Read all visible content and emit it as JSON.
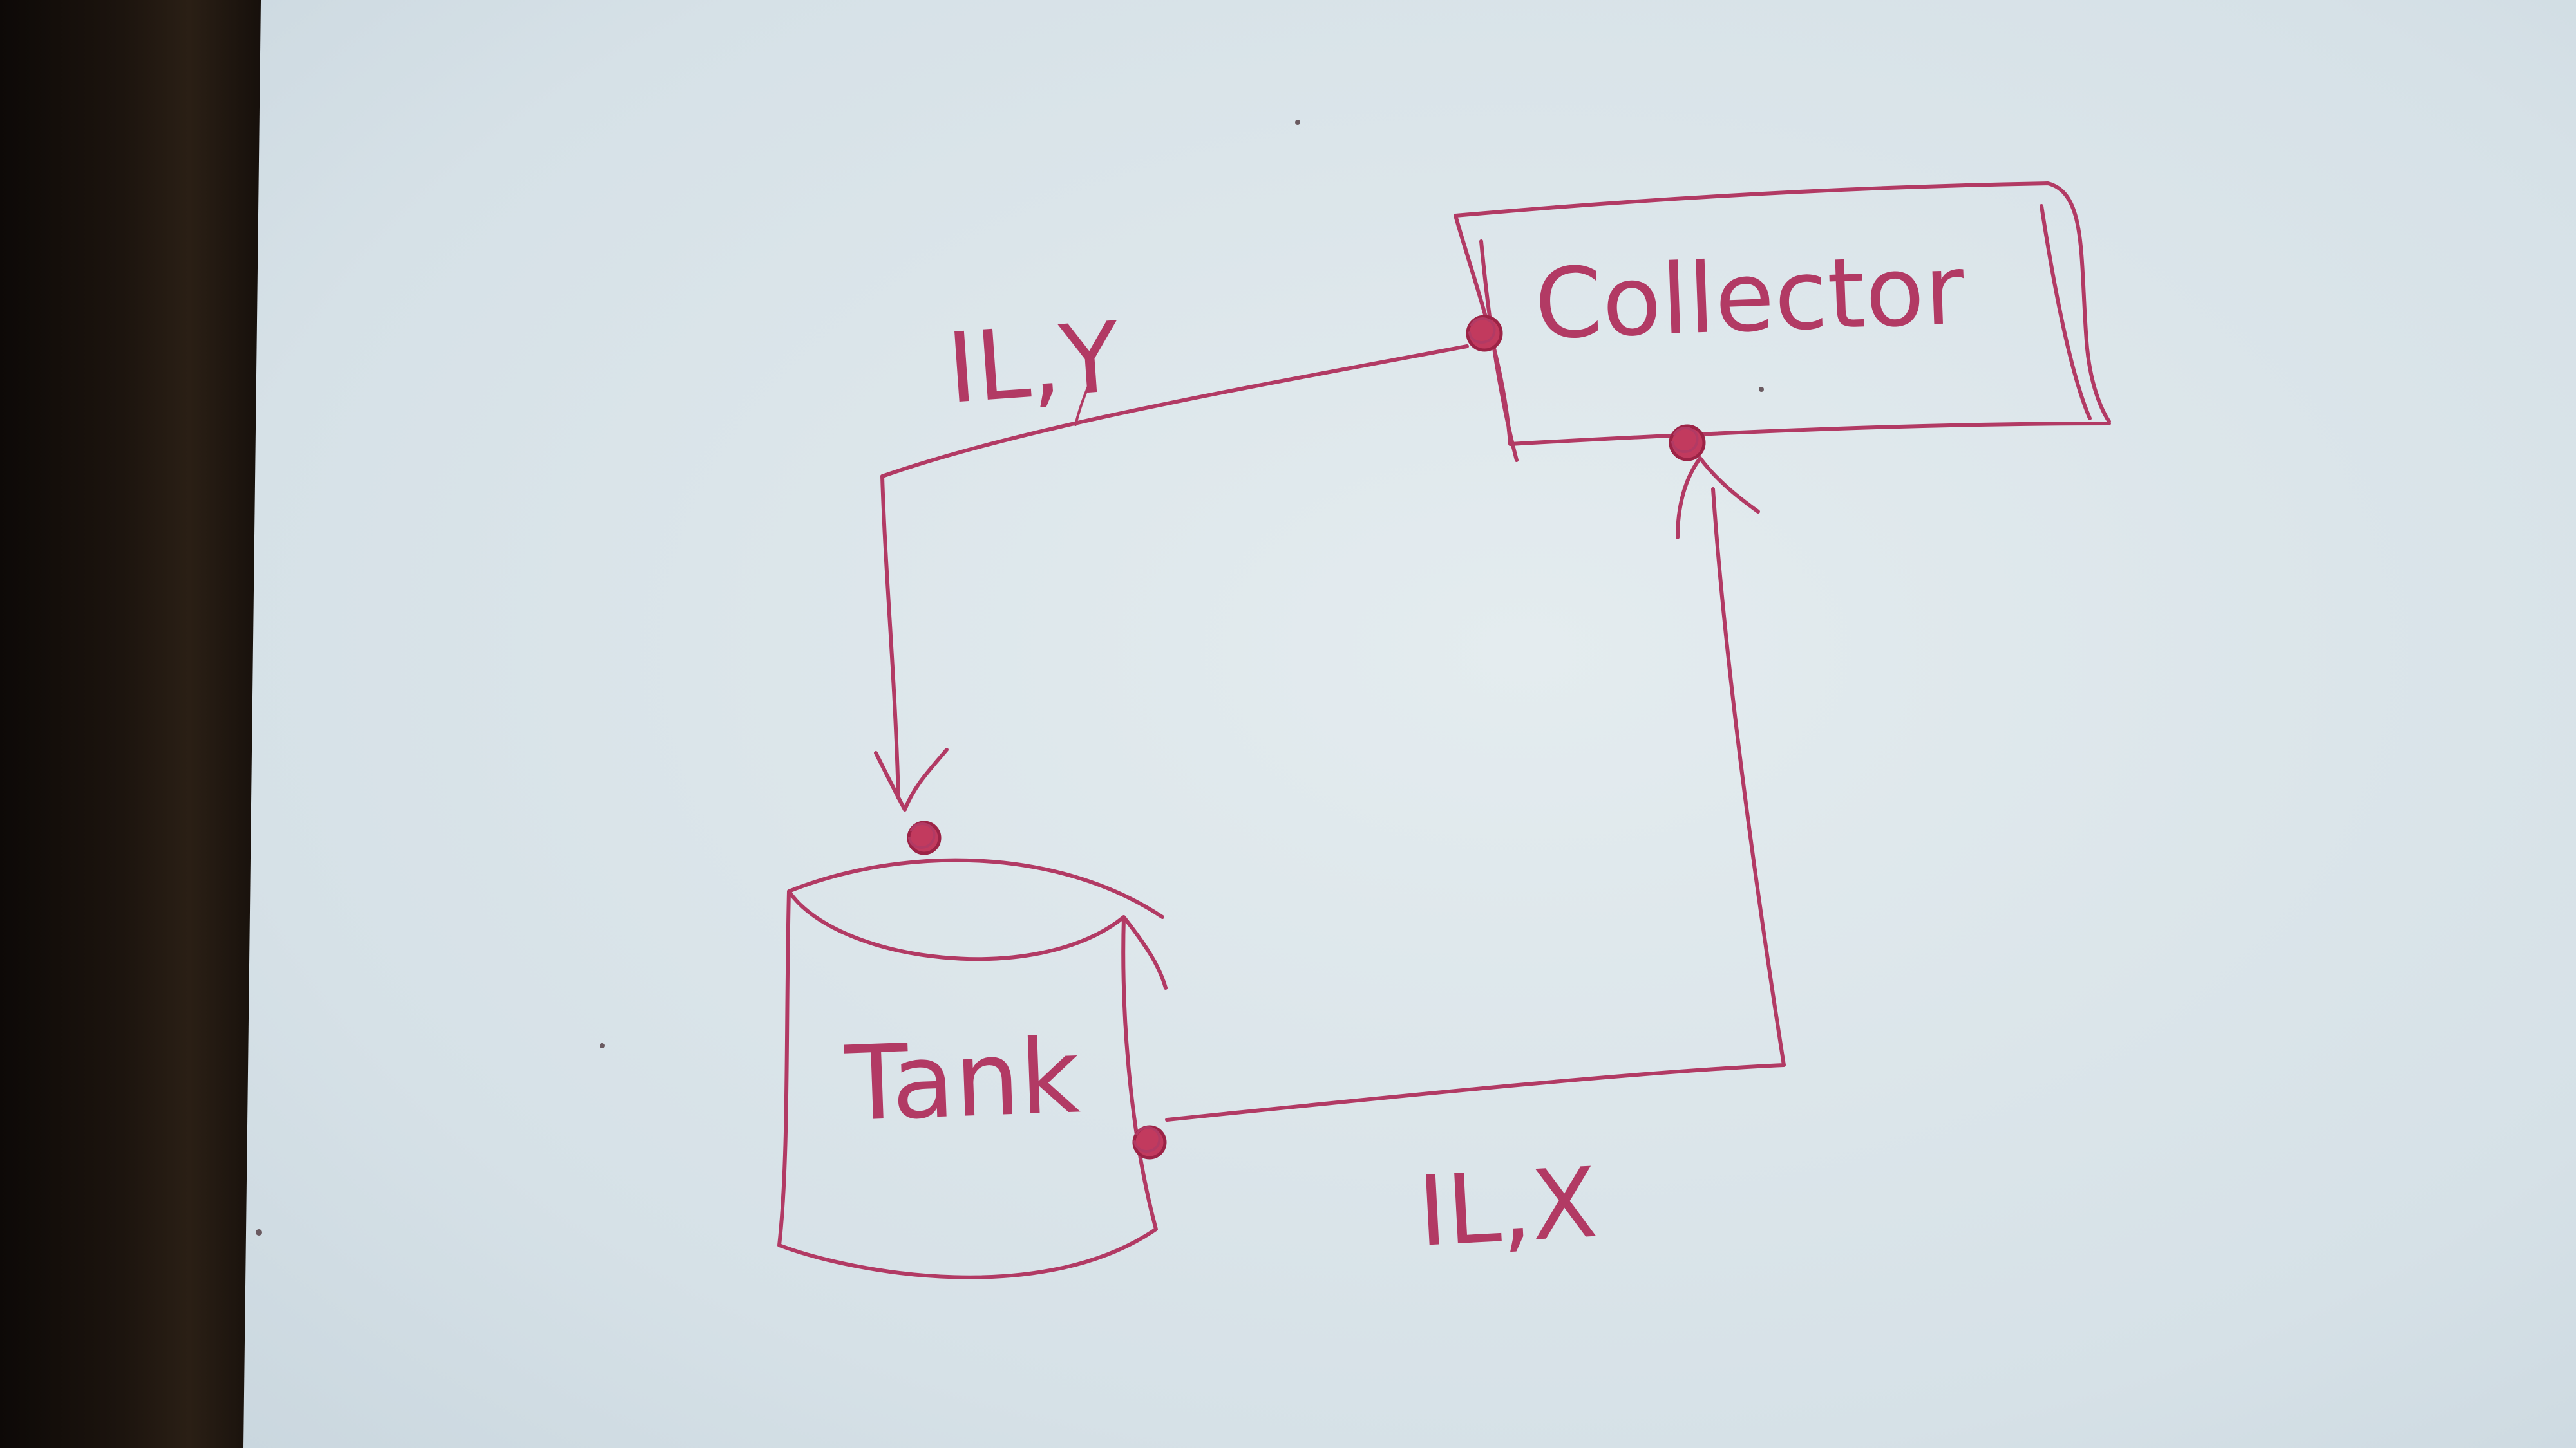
{
  "diagram": {
    "nodes": {
      "collector": {
        "label": "Collector"
      },
      "tank": {
        "label": "Tank"
      }
    },
    "edges": {
      "collector_to_tank": {
        "label": "IL,Y"
      },
      "tank_to_collector": {
        "label": "IL,X"
      }
    }
  },
  "colors": {
    "ink": "#b23a64",
    "paper": "#dde7ec",
    "background": "#1a1410"
  }
}
